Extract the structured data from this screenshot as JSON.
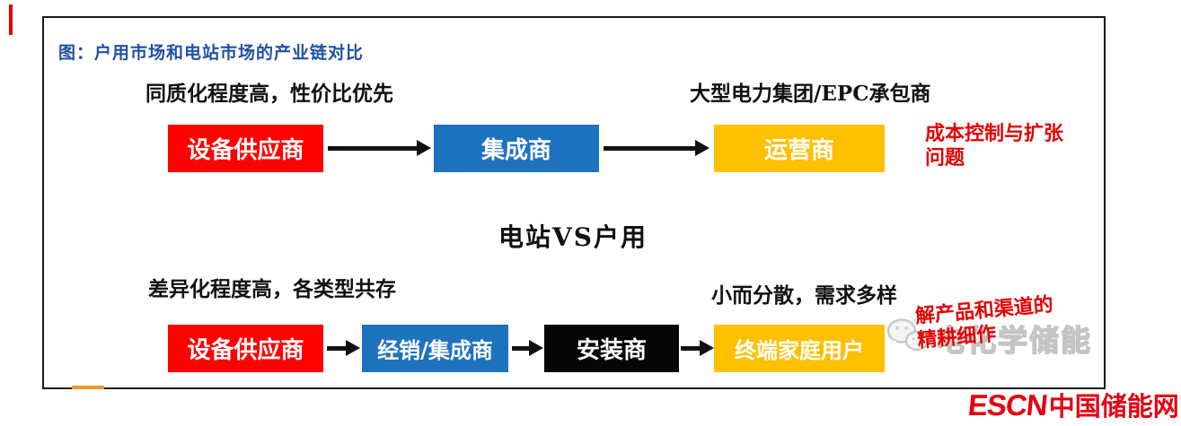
{
  "figure": {
    "title": "图：户用市场和电站市场的产业链对比",
    "divider": "电站VS户用"
  },
  "colors": {
    "title_blue": "#2050a6",
    "node_red": "#fe0101",
    "node_blue": "#1e73be",
    "node_yellow": "#ffc000",
    "node_black": "#050505",
    "annotation_red": "#e60000",
    "logo_red": "#e60012"
  },
  "top_chain": {
    "label_left": "同质化程度高，性价比优先",
    "label_right": "大型电力集团/EPC承包商",
    "nodes": [
      {
        "label": "设备供应商",
        "color": "#fe0101"
      },
      {
        "label": "集成商",
        "color": "#1e73be"
      },
      {
        "label": "运营商",
        "color": "#ffc000"
      }
    ],
    "annotation_line1": "成本控制与扩张",
    "annotation_line2": "问题"
  },
  "bottom_chain": {
    "label_left": "差异化程度高，各类型共存",
    "label_right": "小而分散，需求多样",
    "nodes": [
      {
        "label": "设备供应商",
        "color": "#fe0101"
      },
      {
        "label": "经销/集成商",
        "color": "#1e73be"
      },
      {
        "label": "安装商",
        "color": "#050505"
      },
      {
        "label": "终端家庭用户",
        "color": "#ffc000"
      }
    ],
    "annotation_line1": "解产品和渠道的",
    "annotation_line2": "精耕细作"
  },
  "watermark": {
    "icon": "wechat-icon",
    "text": "电化学储能"
  },
  "logo": {
    "latin": "ESCN",
    "chinese": "中国储能网"
  }
}
